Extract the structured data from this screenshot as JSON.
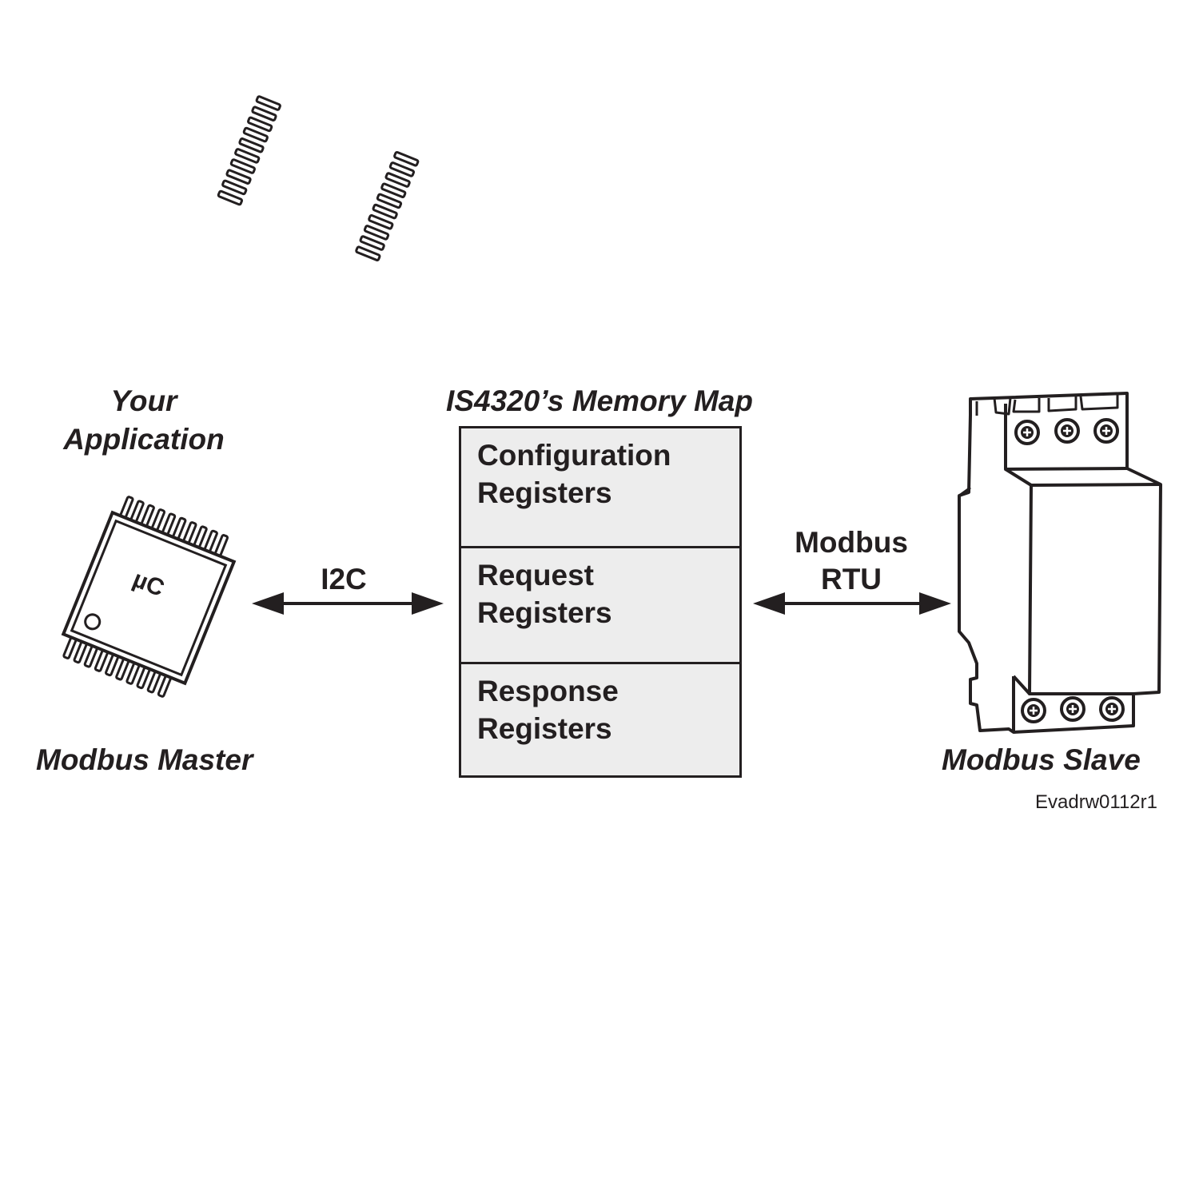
{
  "application": {
    "title_line1": "Your",
    "title_line2": "Application"
  },
  "chip": {
    "label": "µC"
  },
  "master": {
    "label": "Modbus Master"
  },
  "memory_map": {
    "title": "IS4320’s Memory Map",
    "blocks": [
      {
        "line1": "Configuration",
        "line2": "Registers"
      },
      {
        "line1": "Request",
        "line2": "Registers"
      },
      {
        "line1": "Response",
        "line2": "Registers"
      }
    ]
  },
  "links": {
    "i2c": "I2C",
    "modbus_line1": "Modbus",
    "modbus_line2": "RTU"
  },
  "slave": {
    "label": "Modbus Slave"
  },
  "drawing_code": "Evadrw0112r1",
  "colors": {
    "ink": "#231f20",
    "fill": "#ededed",
    "background": "#ffffff"
  }
}
